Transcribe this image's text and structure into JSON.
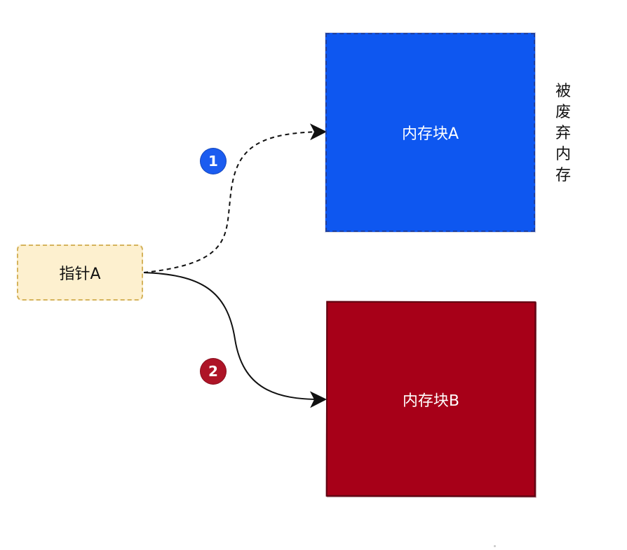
{
  "diagram": {
    "pointer": {
      "label": "指针A"
    },
    "memory_blocks": {
      "a": {
        "label": "内存块A",
        "color": "#0e57f0"
      },
      "b": {
        "label": "内存块B",
        "color": "#a70018"
      }
    },
    "discarded": {
      "label": "被\n废\n弃\n内\n存"
    },
    "steps": {
      "one": {
        "label": "1",
        "color": "#1b5cf0"
      },
      "two": {
        "label": "2",
        "color": "#ae1427"
      }
    }
  }
}
